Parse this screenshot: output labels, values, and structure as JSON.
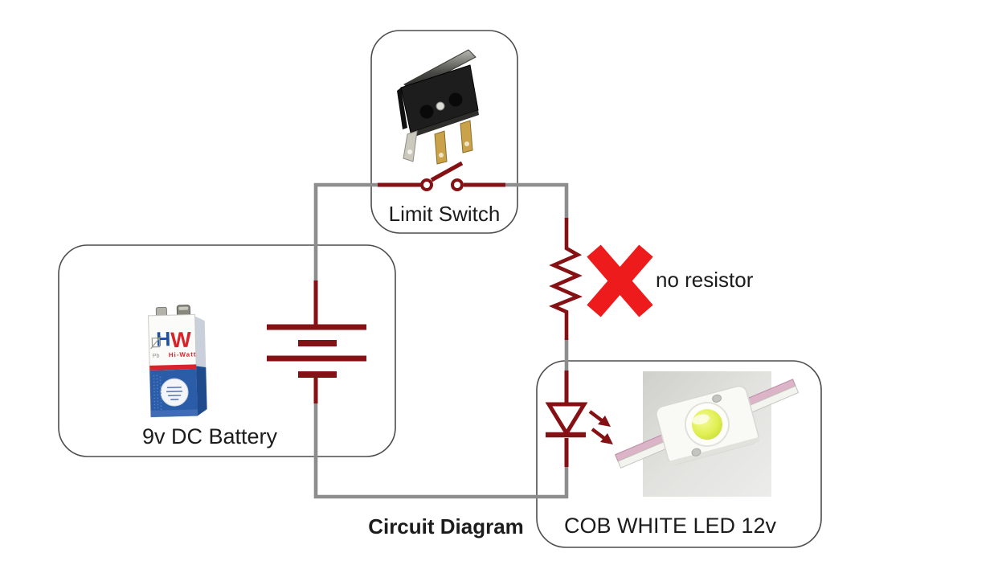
{
  "page": {
    "background": "#ffffff",
    "kind": "circuit diagram illustration"
  },
  "colors": {
    "wire_grey": "#8d8d8d",
    "symbol_red": "#851114",
    "cross_red": "#ed1b1b",
    "box_border": "#4d4d4d",
    "label_black": "#1c1c1c",
    "battery_blue": "#2a5ca8",
    "brand_red": "#d8232a",
    "brand_blue": "#1f4fa0",
    "led_chip_yellow": "#d9ee4a",
    "terminal_brass": "#c9a24a"
  },
  "labels": {
    "limit_switch": "Limit Switch",
    "battery": "9v DC Battery",
    "resistor_note": "no resistor",
    "led": "COB WHITE LED 12v",
    "diagram_title": "Circuit Diagram"
  },
  "battery_photo": {
    "brand_h": "H",
    "brand_w": "W",
    "brand_name": "Hi-Watt",
    "pb_marking": "Pb"
  }
}
